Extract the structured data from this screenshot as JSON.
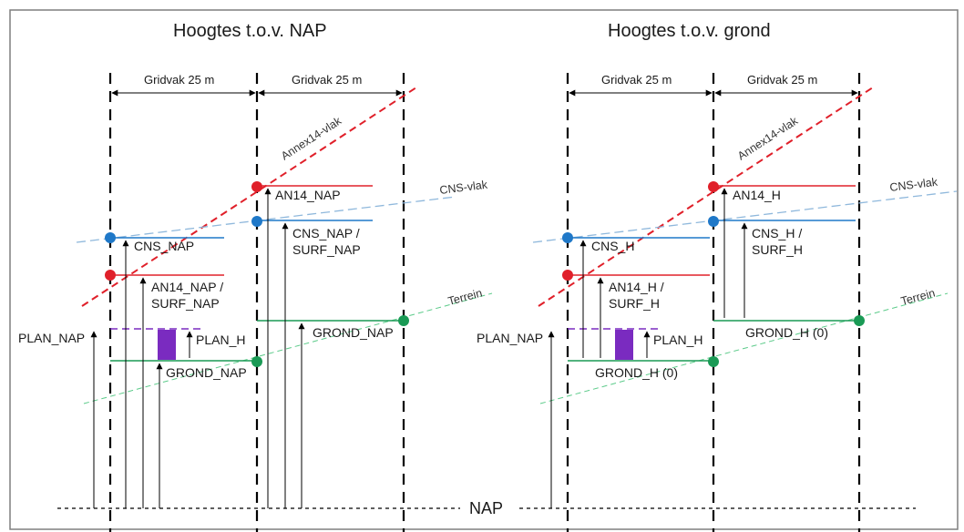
{
  "left_panel": {
    "title": "Hoogtes t.o.v. NAP",
    "grid_label_1": "Gridvak 25 m",
    "grid_label_2": "Gridvak 25 m",
    "annex_label": "Annex14-vlak",
    "cns_plane_label": "CNS-vlak",
    "terrain_label": "Terrein",
    "an14_upper": "AN14_NAP",
    "cns_upper_1": "CNS_NAP /",
    "cns_upper_2": "SURF_NAP",
    "cns_lower": "CNS_NAP",
    "an14_lower_1": "AN14_NAP /",
    "an14_lower_2": "SURF_NAP",
    "plan_nap": "PLAN_NAP",
    "plan_h": "PLAN_H",
    "grond_lower": "GROND_NAP",
    "grond_upper": "GROND_NAP"
  },
  "right_panel": {
    "title": "Hoogtes t.o.v. grond",
    "grid_label_1": "Gridvak 25 m",
    "grid_label_2": "Gridvak 25 m",
    "annex_label": "Annex14-vlak",
    "cns_plane_label": "CNS-vlak",
    "terrain_label": "Terrein",
    "an14_upper": "AN14_H",
    "cns_upper_1": "CNS_H /",
    "cns_upper_2": "SURF_H",
    "cns_lower": "CNS_H",
    "an14_lower_1": "AN14_H /",
    "an14_lower_2": "SURF_H",
    "plan_nap": "PLAN_NAP",
    "plan_h": "PLAN_H",
    "grond_lower": "GROND_H (0)",
    "grond_upper": "GROND_H (0)"
  },
  "nap_label": "NAP",
  "colors": {
    "red": "#e0202a",
    "blue": "#1f78c8",
    "light_blue": "#8fb8dc",
    "green": "#1a9a55",
    "light_green": "#5ccb8a",
    "purple": "#7a2bc0",
    "border": "#7f7f7f",
    "line": "#000000"
  }
}
